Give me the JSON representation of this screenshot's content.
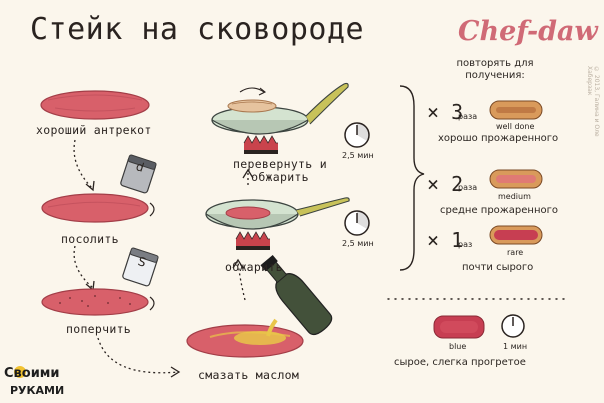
{
  "title": "Стейк на сковороде",
  "brand": "Chef-daw",
  "copyright": "© 2013, Галина и Оле Хаберзак",
  "steps": {
    "good_steak": "хороший антрекот",
    "salt": "посолить",
    "pepper": "поперчить",
    "brush_butter": "смазать маслом",
    "fry": "обжарить",
    "flip_fry": "перевернуть и обжарить"
  },
  "shakers": {
    "salt_letter": "S",
    "pepper_letter": "d"
  },
  "timers": {
    "flip_time": "2,5 мин",
    "fry_time": "2,5 мин"
  },
  "repeat": {
    "heading": "повторять для получения:",
    "items": [
      {
        "mult": "× 3",
        "unit": "раза",
        "level": "well done",
        "desc": "хорошо прожаренного"
      },
      {
        "mult": "× 2",
        "unit": "раза",
        "level": "medium",
        "desc": "средне прожаренного"
      },
      {
        "mult": "× 1",
        "unit": "раз",
        "level": "rare",
        "desc": "почти сырого"
      }
    ]
  },
  "blue": {
    "label": "blue",
    "time": "1 мин",
    "desc": "сырое, слегка прогретое"
  },
  "logo": {
    "line1": "Своими",
    "line2": "РУКАМИ"
  },
  "colors": {
    "meat": "#d8606a",
    "meat_dark": "#b94a56",
    "pan": "#d4e3d0",
    "handle": "#c8c25a",
    "flame": "#c9434c",
    "brand": "#d06a76",
    "background": "#fbf6ec"
  }
}
